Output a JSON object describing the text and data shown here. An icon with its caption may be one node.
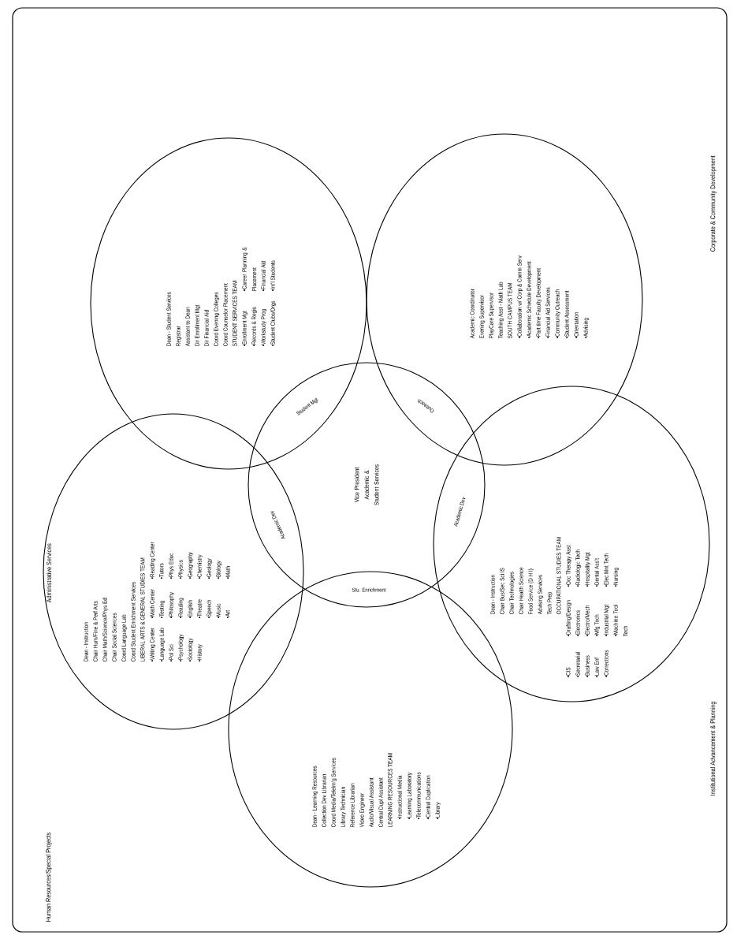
{
  "diagram": {
    "nodes": [
      {
        "text": [
          "Dean - Student Services",
          "Registrar",
          "Assistant to Dean",
          "Dir Enrollment Mgt",
          "Dir Financial Aid",
          "Coord Evening Colleges",
          "Coord Counselor Placement",
          "STUDENT SERVICES TEAM",
          "•Enrollment Mgt",
          "•Records & Regis",
          "•Workstudy Prog",
          "•Student Clubs/Orgs",
          "•Career Planning & Placement",
          "•Financial Aid",
          "•Int'l Students"
        ]
      },
      {
        "text": [
          "Academic Coordinator",
          "Evening Supervisor",
          "PlayCare Supervisor",
          "Teaching Asst - Math Lab",
          "SOUTH CAMPUS TEAM",
          "•Collaboration w/ Corp & Comm Serv",
          "•Academic Schedule Development",
          "•Part time Faculty Development",
          "•Financial Aid Services",
          "•Community Outreach",
          "•Student Assessment",
          "•Orientation",
          "•Advising"
        ]
      },
      {
        "text": [
          "Dean - Instruction",
          "Chair Hum/Fine & Perf Arts",
          "Chair Math/Science/Phys Ed",
          "Chair Social Sciences",
          "Coord Language Lab",
          "Coord Student Enrichment Services",
          "LIBERAL ARTS & GENERAL STUDIES TEAM",
          "•Writing Center",
          "•Language Lab",
          "•Pol Sci",
          "•Psychology",
          "•Sociology",
          "•History",
          "•Math Center",
          "•Testing",
          "•Philosophy",
          "•Reading",
          "•English",
          "•Theatre",
          "•Speech",
          "•Music",
          "•Art",
          "•Reading Center",
          "•Tutors",
          "•Phys Educ",
          "•Physics",
          "•Geography",
          "•Chemistry",
          "•Geology",
          "•Biology",
          "•Math"
        ]
      },
      {
        "text": [
          "Vice President Academic & Student Services"
        ]
      },
      {
        "text": [
          "Dean - Instruction",
          "Chair Bus/Sec Sci IS",
          "Chair Technologies",
          "Chair Health Science",
          "Food Service (D H I)",
          "Advising Services",
          "Tech Prep",
          "OCCUPATIONAL STUDIES TEAM",
          "•CIS",
          "•Secretarial",
          "•Business",
          "•Law Enf",
          "•Corrections",
          "•Drafting/Design",
          "•Electronics",
          "•Electro/Mech",
          "•Mfg Tech",
          "•Industrial Mgt",
          "•Machine Tool Tech",
          "•Occ Therapy Asst",
          "•Radiologic Tech",
          "•Hospitality Mgt",
          "•Dental Ass't",
          "•Elec Mnt Tech",
          "•Nursing"
        ]
      },
      {
        "text": [
          "Dean - Learning Resources",
          "Collection Dev Librarian",
          "Coord Media/Telelrn'g Services",
          "Library Technician",
          "Reference Librarian",
          "Video Engineer",
          "Audio/Visual Assistant",
          "Central Dupl Assistant",
          "LEARNING RESOURCES TEAM",
          "•Instructional Media",
          "•Learning Laboratory",
          "•Telecommunications",
          "•Central Duplication",
          "•Library"
        ]
      }
    ],
    "labels": [
      "Corporate & Community Development",
      "Administrative Services",
      "Student Mgt",
      "Outreach",
      "Academic Dev",
      "Academic Dev",
      "Stu. Enrichment",
      "Institutional Advancement & Planning",
      "Human Resources/Special Projects"
    ]
  }
}
